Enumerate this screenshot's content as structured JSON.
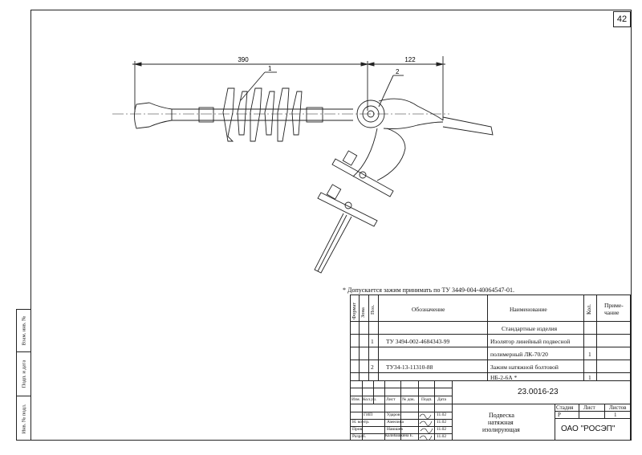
{
  "sheet": {
    "number": "42"
  },
  "drawing": {
    "dims": {
      "d1": "390",
      "d2": "122"
    },
    "callouts": {
      "c1": "1",
      "c2": "2"
    }
  },
  "note": "* Допускается зажим принимать по ТУ 3449-004-40064547-01.",
  "side_strip": {
    "labels": [
      "Взам. инв. №",
      "Подп. и дата",
      "Инв. № подл."
    ]
  },
  "spec_table": {
    "headers": {
      "format": "Формат",
      "zone": "Зона",
      "pos": "Поз.",
      "designation": "Обозначение",
      "name": "Наименование",
      "qty": "Кол.",
      "note1": "Приме-",
      "note2": "чание"
    },
    "section": "Стандартные изделия",
    "rows": [
      {
        "pos": "1",
        "designation": "ТУ 3494-002-4684343-99",
        "name1": "Изолятор линейный подвесной",
        "name2": "полимерный ЛК-70/20",
        "qty": "1"
      },
      {
        "pos": "2",
        "designation": "ТУ34-13-11310-88",
        "name1": "Зажим натяжной болтовой",
        "name2": "НБ-2-6А *",
        "qty": "1"
      }
    ]
  },
  "title_block": {
    "doc_number": "23.0016-23",
    "col_headers": [
      "Изм.",
      "Кол.уч.",
      "Лист",
      "№ док.",
      "Подп.",
      "Дата"
    ],
    "roles": [
      "ГИП",
      "Н. контр.",
      "Пров.",
      "Разраб."
    ],
    "names": [
      "Ударов",
      "Амелина",
      "Наюшев",
      "Калибашкина Е."
    ],
    "dates": [
      "11.02",
      "11.02",
      "11.02",
      "11.02"
    ],
    "title1": "Подвеска",
    "title2": "натяжная",
    "title3": "изолирующая",
    "stage_label": "Стадия",
    "sheet_label": "Лист",
    "sheets_label": "Листов",
    "stage": "Р",
    "sheets": "1",
    "org": "ОАО \"РОСЭП\""
  }
}
